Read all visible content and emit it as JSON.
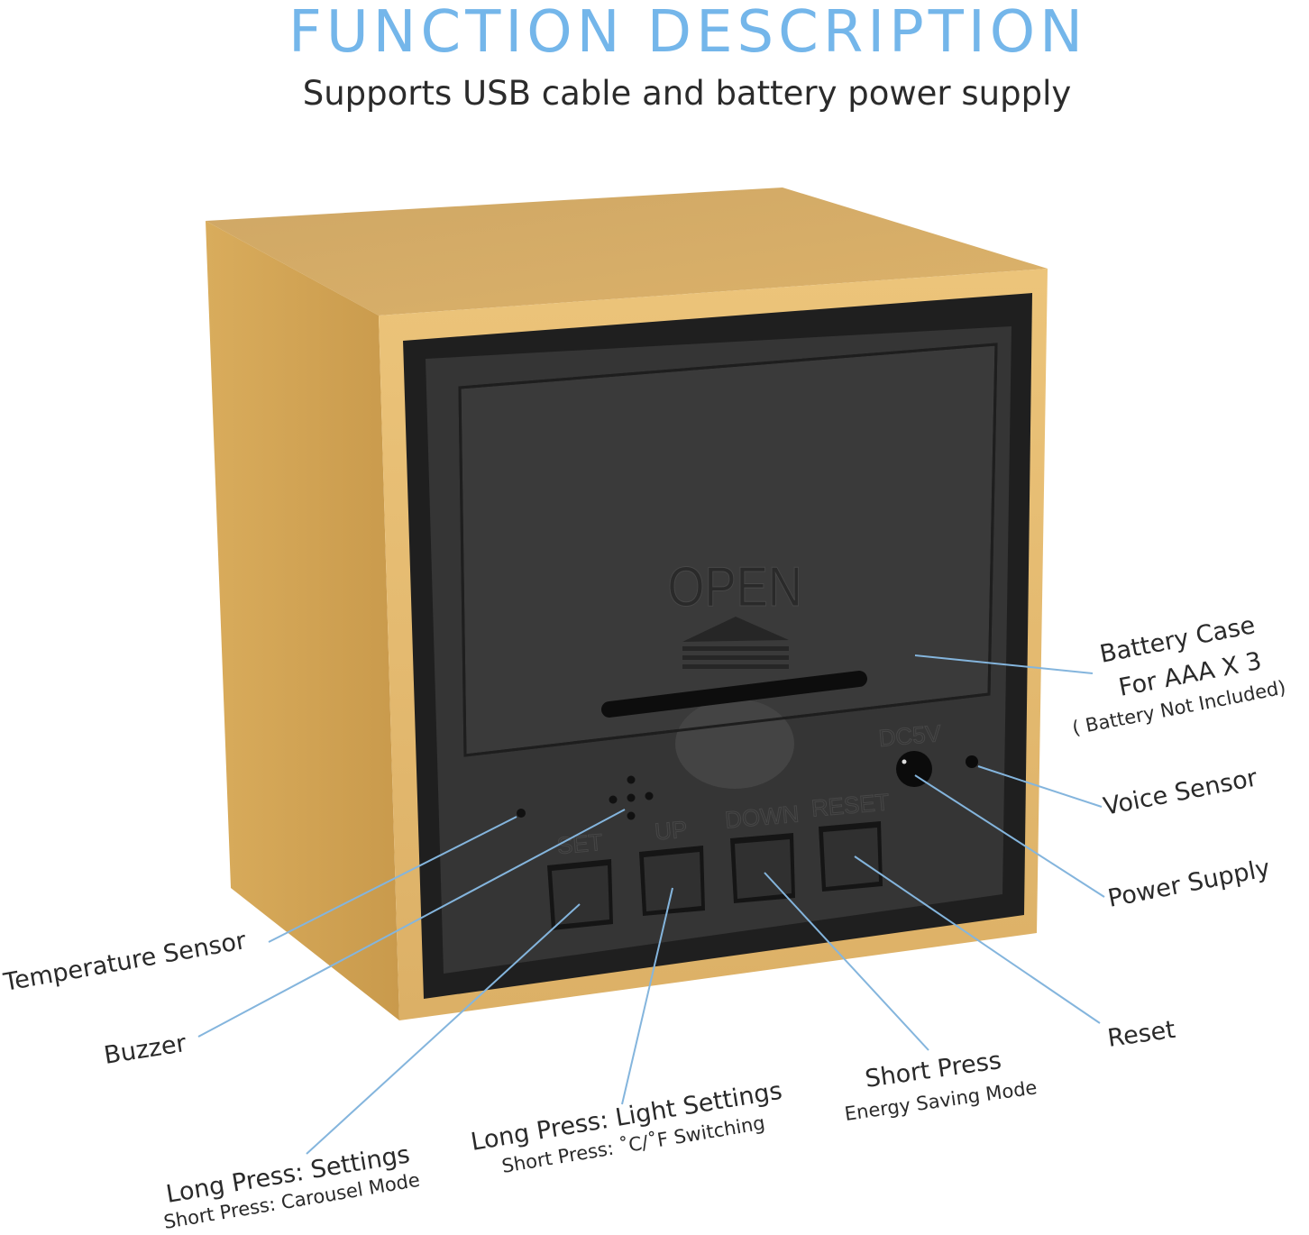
{
  "header": {
    "title": "FUNCTION DESCRIPTION",
    "subtitle": "Supports USB cable and battery power supply"
  },
  "device": {
    "lid_text": "OPEN",
    "power_marking": "DC5V",
    "buttons": [
      "SET",
      "UP",
      "DOWN",
      "RESET"
    ]
  },
  "callouts": {
    "battery": {
      "line1": "Battery Case",
      "line2": "For AAA X 3",
      "line3": "( Battery Not Included)"
    },
    "voice_sensor": "Voice Sensor",
    "power_supply": "Power Supply",
    "reset": "Reset",
    "down": {
      "line1": "Short Press",
      "line2": "Energy Saving Mode"
    },
    "up": {
      "line1": "Long Press: Light Settings",
      "line2": "Short Press: ˚C/˚F Switching"
    },
    "set": {
      "line1": "Long Press: Settings",
      "line2": "Short Press: Carousel Mode"
    },
    "buzzer": "Buzzer",
    "temperature_sensor": "Temperature Sensor"
  },
  "colors": {
    "accent": "#74b6ea",
    "line": "#84b5dd",
    "wood": "#d8ad62",
    "panel": "#2c2c2c"
  }
}
